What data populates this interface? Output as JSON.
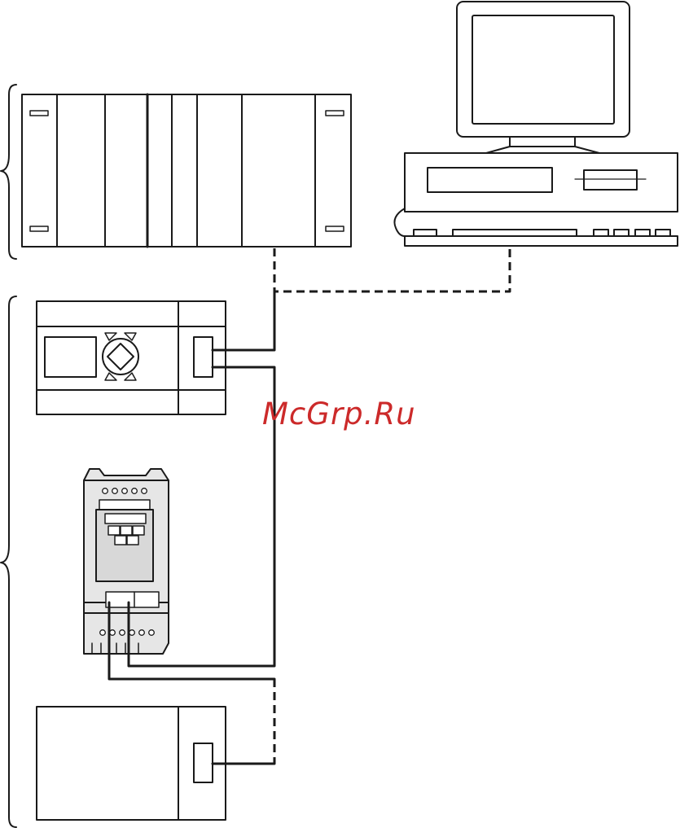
{
  "watermark": {
    "text": "McGrp.Ru",
    "color": "#cc2a2a"
  },
  "colors": {
    "stroke": "#1a1a1a",
    "fill": "#ffffff",
    "drive_fill": "#e6e6e6",
    "drive_panel": "#d8d8d8"
  },
  "components": {
    "plc_rack": "plc-rack",
    "computer": "personal-computer",
    "controller": "control-relay-with-display",
    "drive": "frequency-inverter",
    "remote_device": "remote-io-module"
  },
  "bus_lines": {
    "solid": "network-cable",
    "dashed": "optional-connection"
  }
}
